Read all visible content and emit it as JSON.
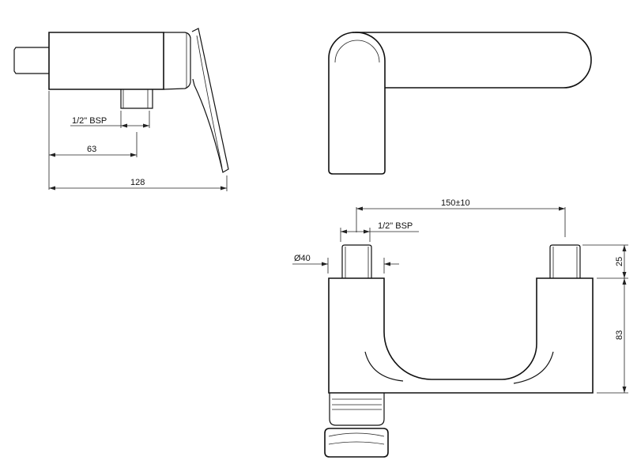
{
  "dimensions": {
    "bsp_side": "1/2\" BSP",
    "len_63": "63",
    "len_128": "128",
    "spacing": "150±10",
    "bsp_bottom": "1/2\" BSP",
    "diameter": "Ø40",
    "height_25": "25",
    "height_83": "83"
  }
}
